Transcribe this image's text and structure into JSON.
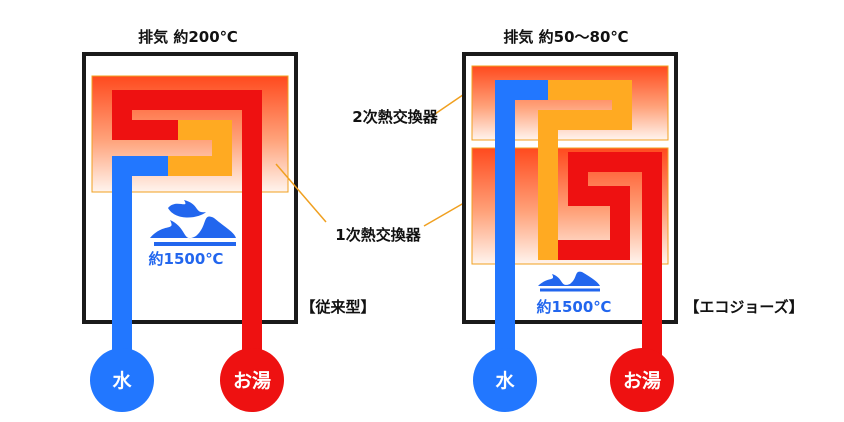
{
  "colors": {
    "water": "#2277ff",
    "hot": "#ee1111",
    "mid": "#ffaa22",
    "flame": "#2266ee",
    "frame": "#1a1a1a",
    "leader": "#f0a020"
  },
  "left_unit": {
    "exhaust_label": "排気 約200℃",
    "flame_temp": "約1500℃",
    "type_label": "【従来型】",
    "exchanger_label": "1次熱交換器",
    "water_label": "水",
    "hot_label": "お湯"
  },
  "right_unit": {
    "exhaust_label": "排気 約50～80℃",
    "flame_temp": "約1500℃",
    "type_label": "【エコジョーズ】",
    "secondary_exchanger_label": "2次熱交換器",
    "water_label": "水",
    "hot_label": "お湯"
  },
  "icons": {
    "flame": "flame-icon"
  }
}
